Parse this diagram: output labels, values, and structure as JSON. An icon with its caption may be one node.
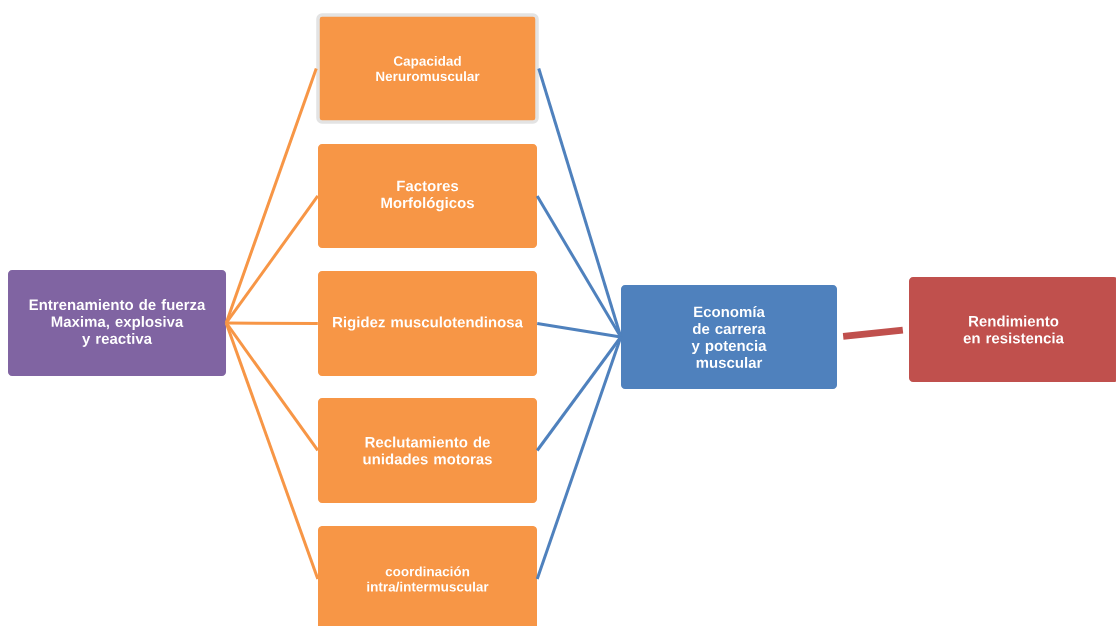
{
  "diagram": {
    "nodes": [
      {
        "text": [
          "Entrenamiento de fuerza",
          "Maxima, explosiva y reactiva"
        ]
      },
      {
        "text": [
          "Capacidad Neruromuscular"
        ]
      },
      {
        "text": [
          "Factores Morfológicos"
        ]
      },
      {
        "text": [
          "Rigidez musculotendinosa"
        ]
      },
      {
        "text": [
          "Reclutamiento de unidades motoras"
        ]
      },
      {
        "text": [
          "coordinación intra/intermuscular"
        ]
      },
      {
        "text": [
          "Economía de carrera y potencia muscular"
        ]
      },
      {
        "text": [
          "Rendimiento en resistencia"
        ]
      }
    ],
    "edges": [
      {
        "from": 0,
        "to": 1,
        "arrow": "none",
        "color": "#f79646"
      },
      {
        "from": 0,
        "to": 2,
        "arrow": "none",
        "color": "#f79646"
      },
      {
        "from": 0,
        "to": 3,
        "arrow": "none",
        "color": "#f79646"
      },
      {
        "from": 0,
        "to": 4,
        "arrow": "none",
        "color": "#f79646"
      },
      {
        "from": 0,
        "to": 5,
        "arrow": "none",
        "color": "#f79646"
      },
      {
        "from": 1,
        "to": 6,
        "arrow": "none",
        "color": "#4f81bd"
      },
      {
        "from": 2,
        "to": 6,
        "arrow": "none",
        "color": "#4f81bd"
      },
      {
        "from": 3,
        "to": 6,
        "arrow": "none",
        "color": "#4f81bd"
      },
      {
        "from": 4,
        "to": 6,
        "arrow": "none",
        "color": "#4f81bd"
      },
      {
        "from": 5,
        "to": 6,
        "arrow": "none",
        "color": "#4f81bd"
      },
      {
        "from": 6,
        "to": 7,
        "arrow": "none",
        "color": "#c0504d",
        "style": "thick"
      }
    ]
  }
}
